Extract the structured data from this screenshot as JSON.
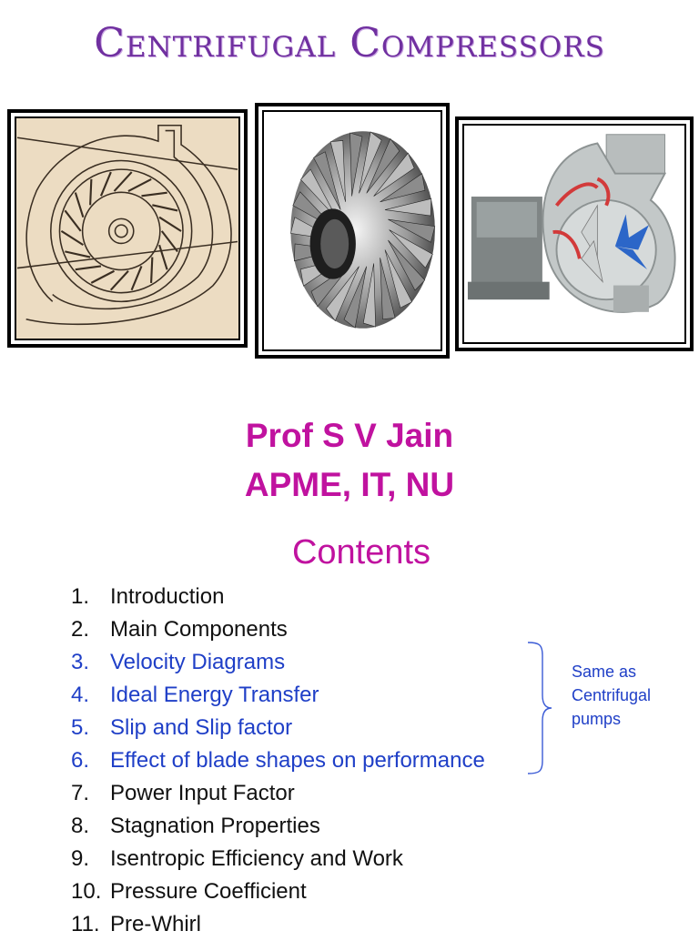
{
  "header": {
    "title": "Centrifugal Compressors"
  },
  "images": [
    {
      "name": "impeller-sketch"
    },
    {
      "name": "impeller-render"
    },
    {
      "name": "compressor-cutaway"
    }
  ],
  "author": {
    "line1": "Prof S V Jain",
    "line2": "APME, IT, NU"
  },
  "contents": {
    "heading": "Contents",
    "items": [
      {
        "num": "1.",
        "text": "Introduction",
        "color": "#111111"
      },
      {
        "num": "2.",
        "text": "Main Components",
        "color": "#111111"
      },
      {
        "num": "3.",
        "text": "Velocity Diagrams",
        "color": "#1f3fc7"
      },
      {
        "num": "4.",
        "text": "Ideal Energy Transfer",
        "color": "#1f3fc7"
      },
      {
        "num": "5.",
        "text": "Slip and Slip factor",
        "color": "#1f3fc7"
      },
      {
        "num": "6.",
        "text": "Effect of blade shapes on performance",
        "color": "#1f3fc7"
      },
      {
        "num": "7.",
        "text": "Power Input Factor",
        "color": "#111111"
      },
      {
        "num": "8.",
        "text": "Stagnation Properties",
        "color": "#111111"
      },
      {
        "num": "9.",
        "text": "Isentropic Efficiency and Work",
        "color": "#111111"
      },
      {
        "num": "10.",
        "text": "Pressure Coefficient",
        "color": "#111111"
      },
      {
        "num": "11.",
        "text": "Pre-Whirl",
        "color": "#111111"
      }
    ]
  },
  "note": {
    "text": "Same as Centrifugal pumps"
  },
  "colors": {
    "title": "#7030a0",
    "accent": "#c0129f",
    "highlight": "#1f3fc7"
  }
}
